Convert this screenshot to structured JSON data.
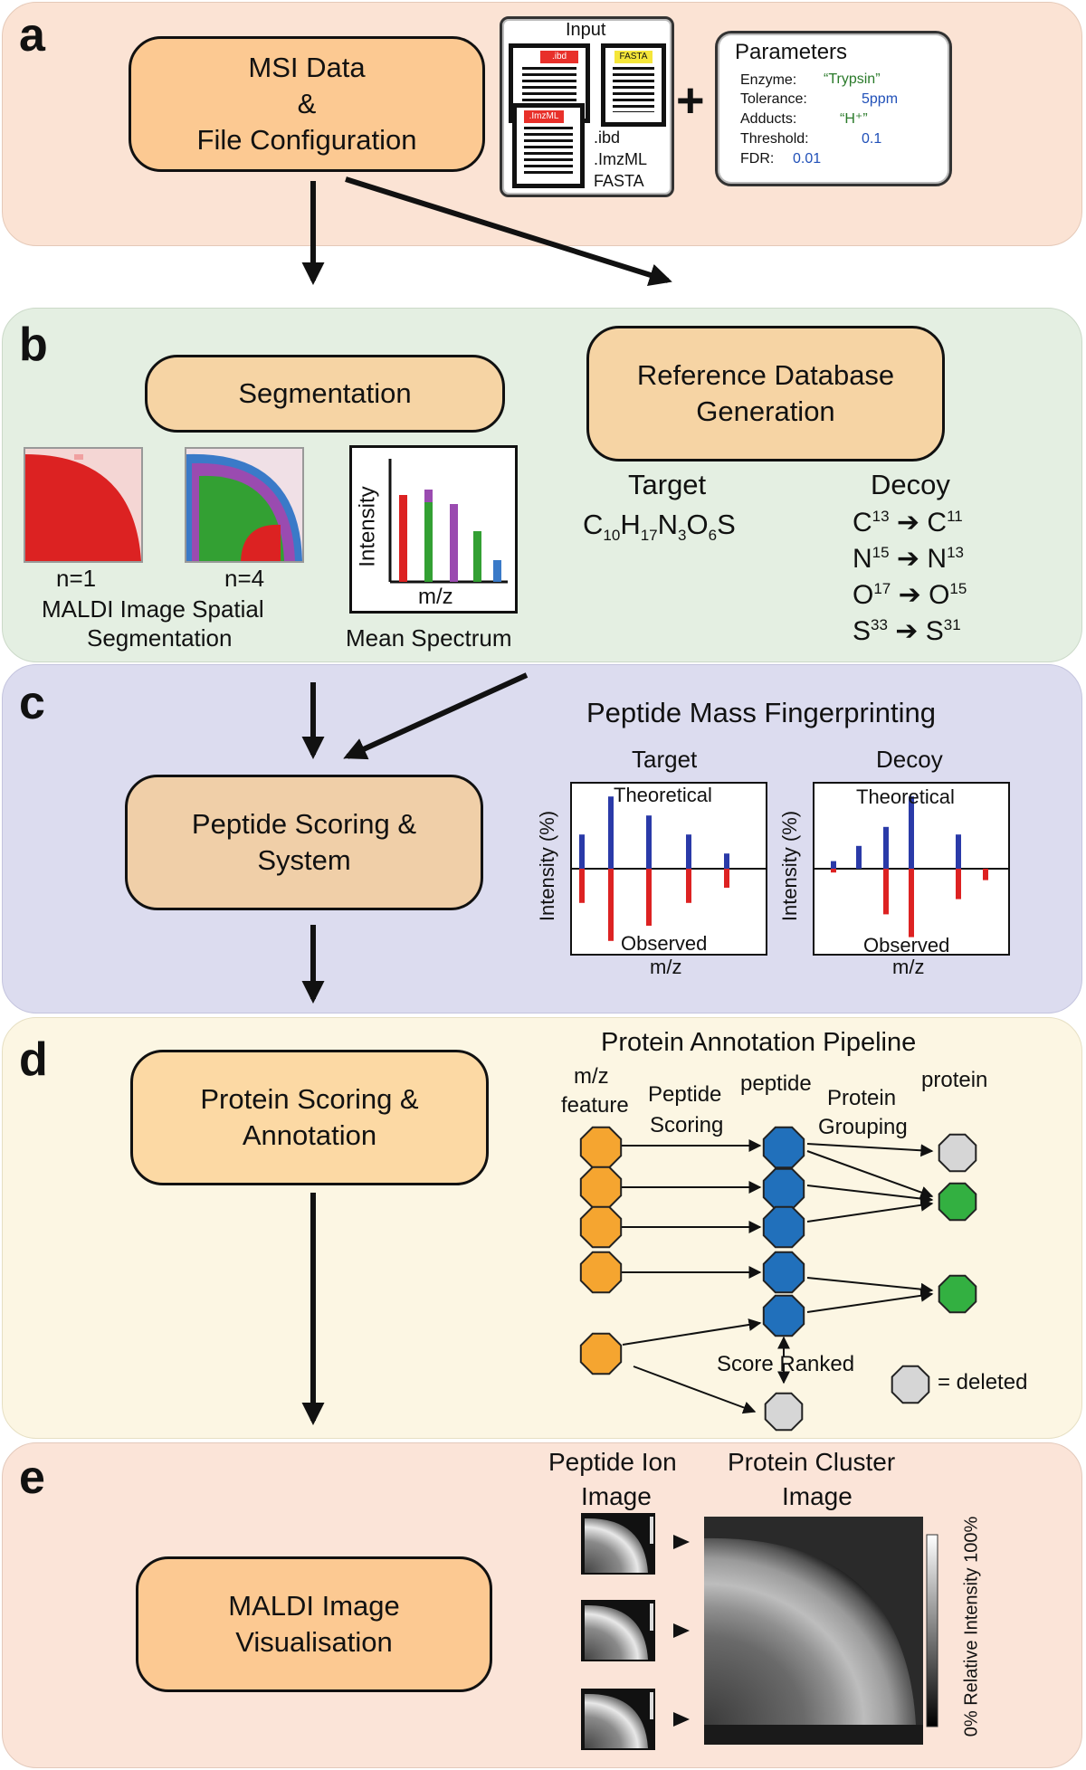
{
  "panels": {
    "a": {
      "letter": "a",
      "step": [
        "MSI Data",
        "&",
        "File Configuration"
      ],
      "input": {
        "title": "Input",
        "doc_tags": [
          ".ibd",
          "FASTA",
          ".ImzML"
        ],
        "files": [
          ".ibd",
          ".ImzML",
          "FASTA"
        ]
      },
      "plus": "+",
      "parameters": {
        "title": "Parameters",
        "rows": [
          {
            "key": "Enzyme:",
            "value": "“Trypsin”"
          },
          {
            "key": "Tolerance:",
            "value": "5ppm"
          },
          {
            "key": "Adducts:",
            "value": "“H⁺”"
          },
          {
            "key": "Threshold:",
            "value": "0.1"
          },
          {
            "key": "FDR:",
            "value": "0.01"
          }
        ]
      }
    },
    "b": {
      "letter": "b",
      "segmentation": "Segmentation",
      "reference": [
        "Reference Database",
        "Generation"
      ],
      "n1": "n=1",
      "n4": "n=4",
      "seg_caption": [
        "MALDI Image Spatial",
        "Segmentation"
      ],
      "mean_spectrum": {
        "caption": "Mean Spectrum",
        "ylabel": "Intensity",
        "xlabel": "m/z"
      },
      "target": {
        "label": "Target",
        "formula": {
          "C": "C",
          "c_sub": "10",
          "H": "H",
          "h_sub": "17",
          "N": "N",
          "n_sub": "3",
          "O": "O",
          "o_sub": "6",
          "S": "S"
        }
      },
      "decoy": {
        "label": "Decoy",
        "swaps": [
          {
            "from": "C",
            "from_sup": "13",
            "to": "C",
            "to_sup": "11"
          },
          {
            "from": "N",
            "from_sup": "15",
            "to": "N",
            "to_sup": "13"
          },
          {
            "from": "O",
            "from_sup": "17",
            "to": "O",
            "to_sup": "15"
          },
          {
            "from": "S",
            "from_sup": "33",
            "to": "S",
            "to_sup": "31"
          }
        ]
      }
    },
    "c": {
      "letter": "c",
      "step": [
        "Peptide Scoring &",
        "System"
      ],
      "title": "Peptide Mass Fingerprinting",
      "plots": [
        {
          "label": "Target",
          "top": "Theoretical",
          "bottom": "Observed",
          "ylabel": "Intensity (%)",
          "xlabel": "m/z",
          "theoretical": [
            0.45,
            0.95,
            0.7,
            0.45,
            0.2
          ],
          "observed": [
            0.45,
            0.95,
            0.75,
            0.45,
            0.25
          ]
        },
        {
          "label": "Decoy",
          "top": "Theoretical",
          "bottom": "Observed",
          "ylabel": "Intensity (%)",
          "xlabel": "m/z",
          "theoretical": [
            0.1,
            0.3,
            0.55,
            0.95,
            0.45
          ],
          "observed": [
            0.05,
            0.6,
            0.9,
            0.4,
            0.15
          ]
        }
      ]
    },
    "d": {
      "letter": "d",
      "step": [
        "Protein Scoring &",
        "Annotation"
      ],
      "title": "Protein Annotation Pipeline",
      "col_mz": [
        "m/z",
        "feature"
      ],
      "col_scoring": [
        "Peptide",
        "Scoring"
      ],
      "col_peptide": "peptide",
      "col_grouping": [
        "Protein",
        "Grouping"
      ],
      "col_protein": "protein",
      "score_ranked": "Score Ranked",
      "legend": "= deleted",
      "colors": {
        "feature": "#f5a530",
        "peptide": "#2170bb",
        "kept": "#33b041",
        "deleted": "#d6d6d6"
      }
    },
    "e": {
      "letter": "e",
      "step": [
        "MALDI Image",
        "Visualisation"
      ],
      "peptide_label": [
        "Peptide Ion",
        "Image"
      ],
      "cluster_label": [
        "Protein Cluster",
        "Image"
      ],
      "colorbar": "0% Relative Intensity 100%"
    }
  },
  "colors": {
    "panel_a": "#fbe3d4",
    "panel_b": "#e4efe2",
    "panel_c": "#dcdcef",
    "panel_d": "#fcf6e3",
    "panel_e": "#fbe4d8",
    "box_orange": "#fcc992",
    "box_tan": "#f6d4a4",
    "box_peach": "#f0cfa8",
    "box_d": "#fcd9a4",
    "green_text": "#2a7a2a",
    "blue_text": "#2050b8",
    "red": "#dd2222",
    "green": "#33a033",
    "purple": "#9a4bb0",
    "blue": "#3a7ac8"
  }
}
